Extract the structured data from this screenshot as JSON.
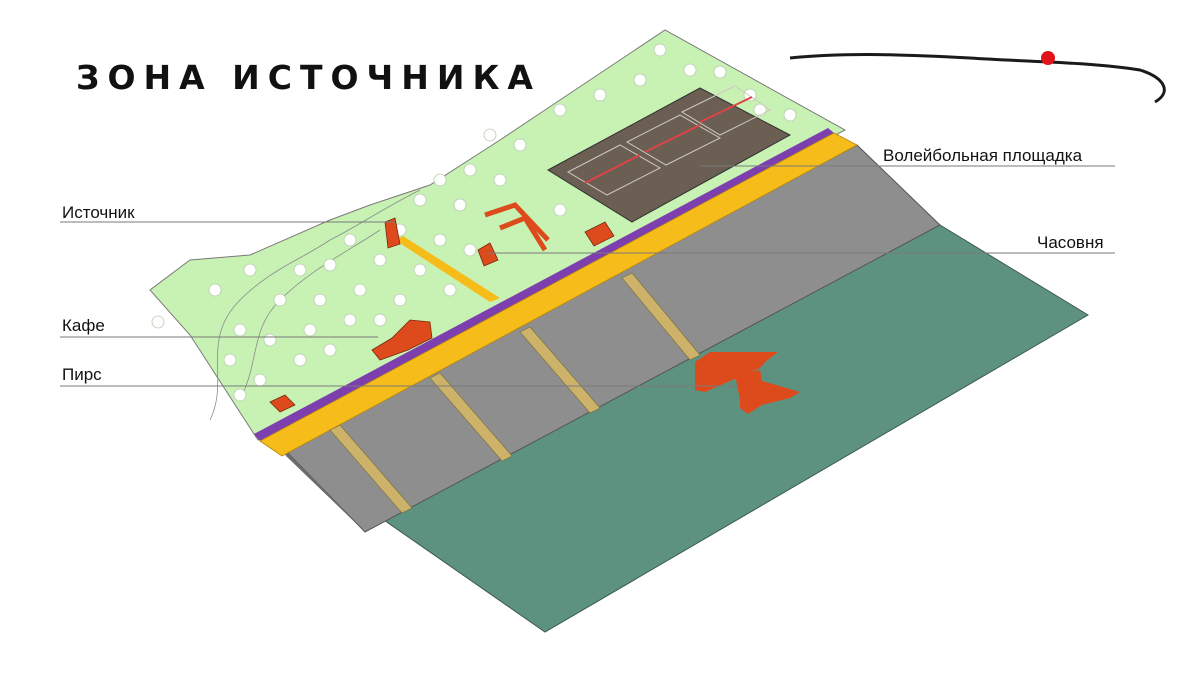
{
  "title": "ЗОНА ИСТОЧНИКА",
  "labels": {
    "volleyball": "Волейбольная площадка",
    "spring": "Источник",
    "chapel": "Часовня",
    "cafe": "Кафе",
    "pier": "Пирс"
  },
  "colors": {
    "grass": "#c8f2b4",
    "promenade": "#f6bc1a",
    "bike_path": "#7e3fae",
    "slope": "#8e8e8e",
    "water": "#5e9280",
    "sand_court": "#6b5e52",
    "buildings": "#dd4b1c",
    "locator_dot": "#e0121a"
  }
}
